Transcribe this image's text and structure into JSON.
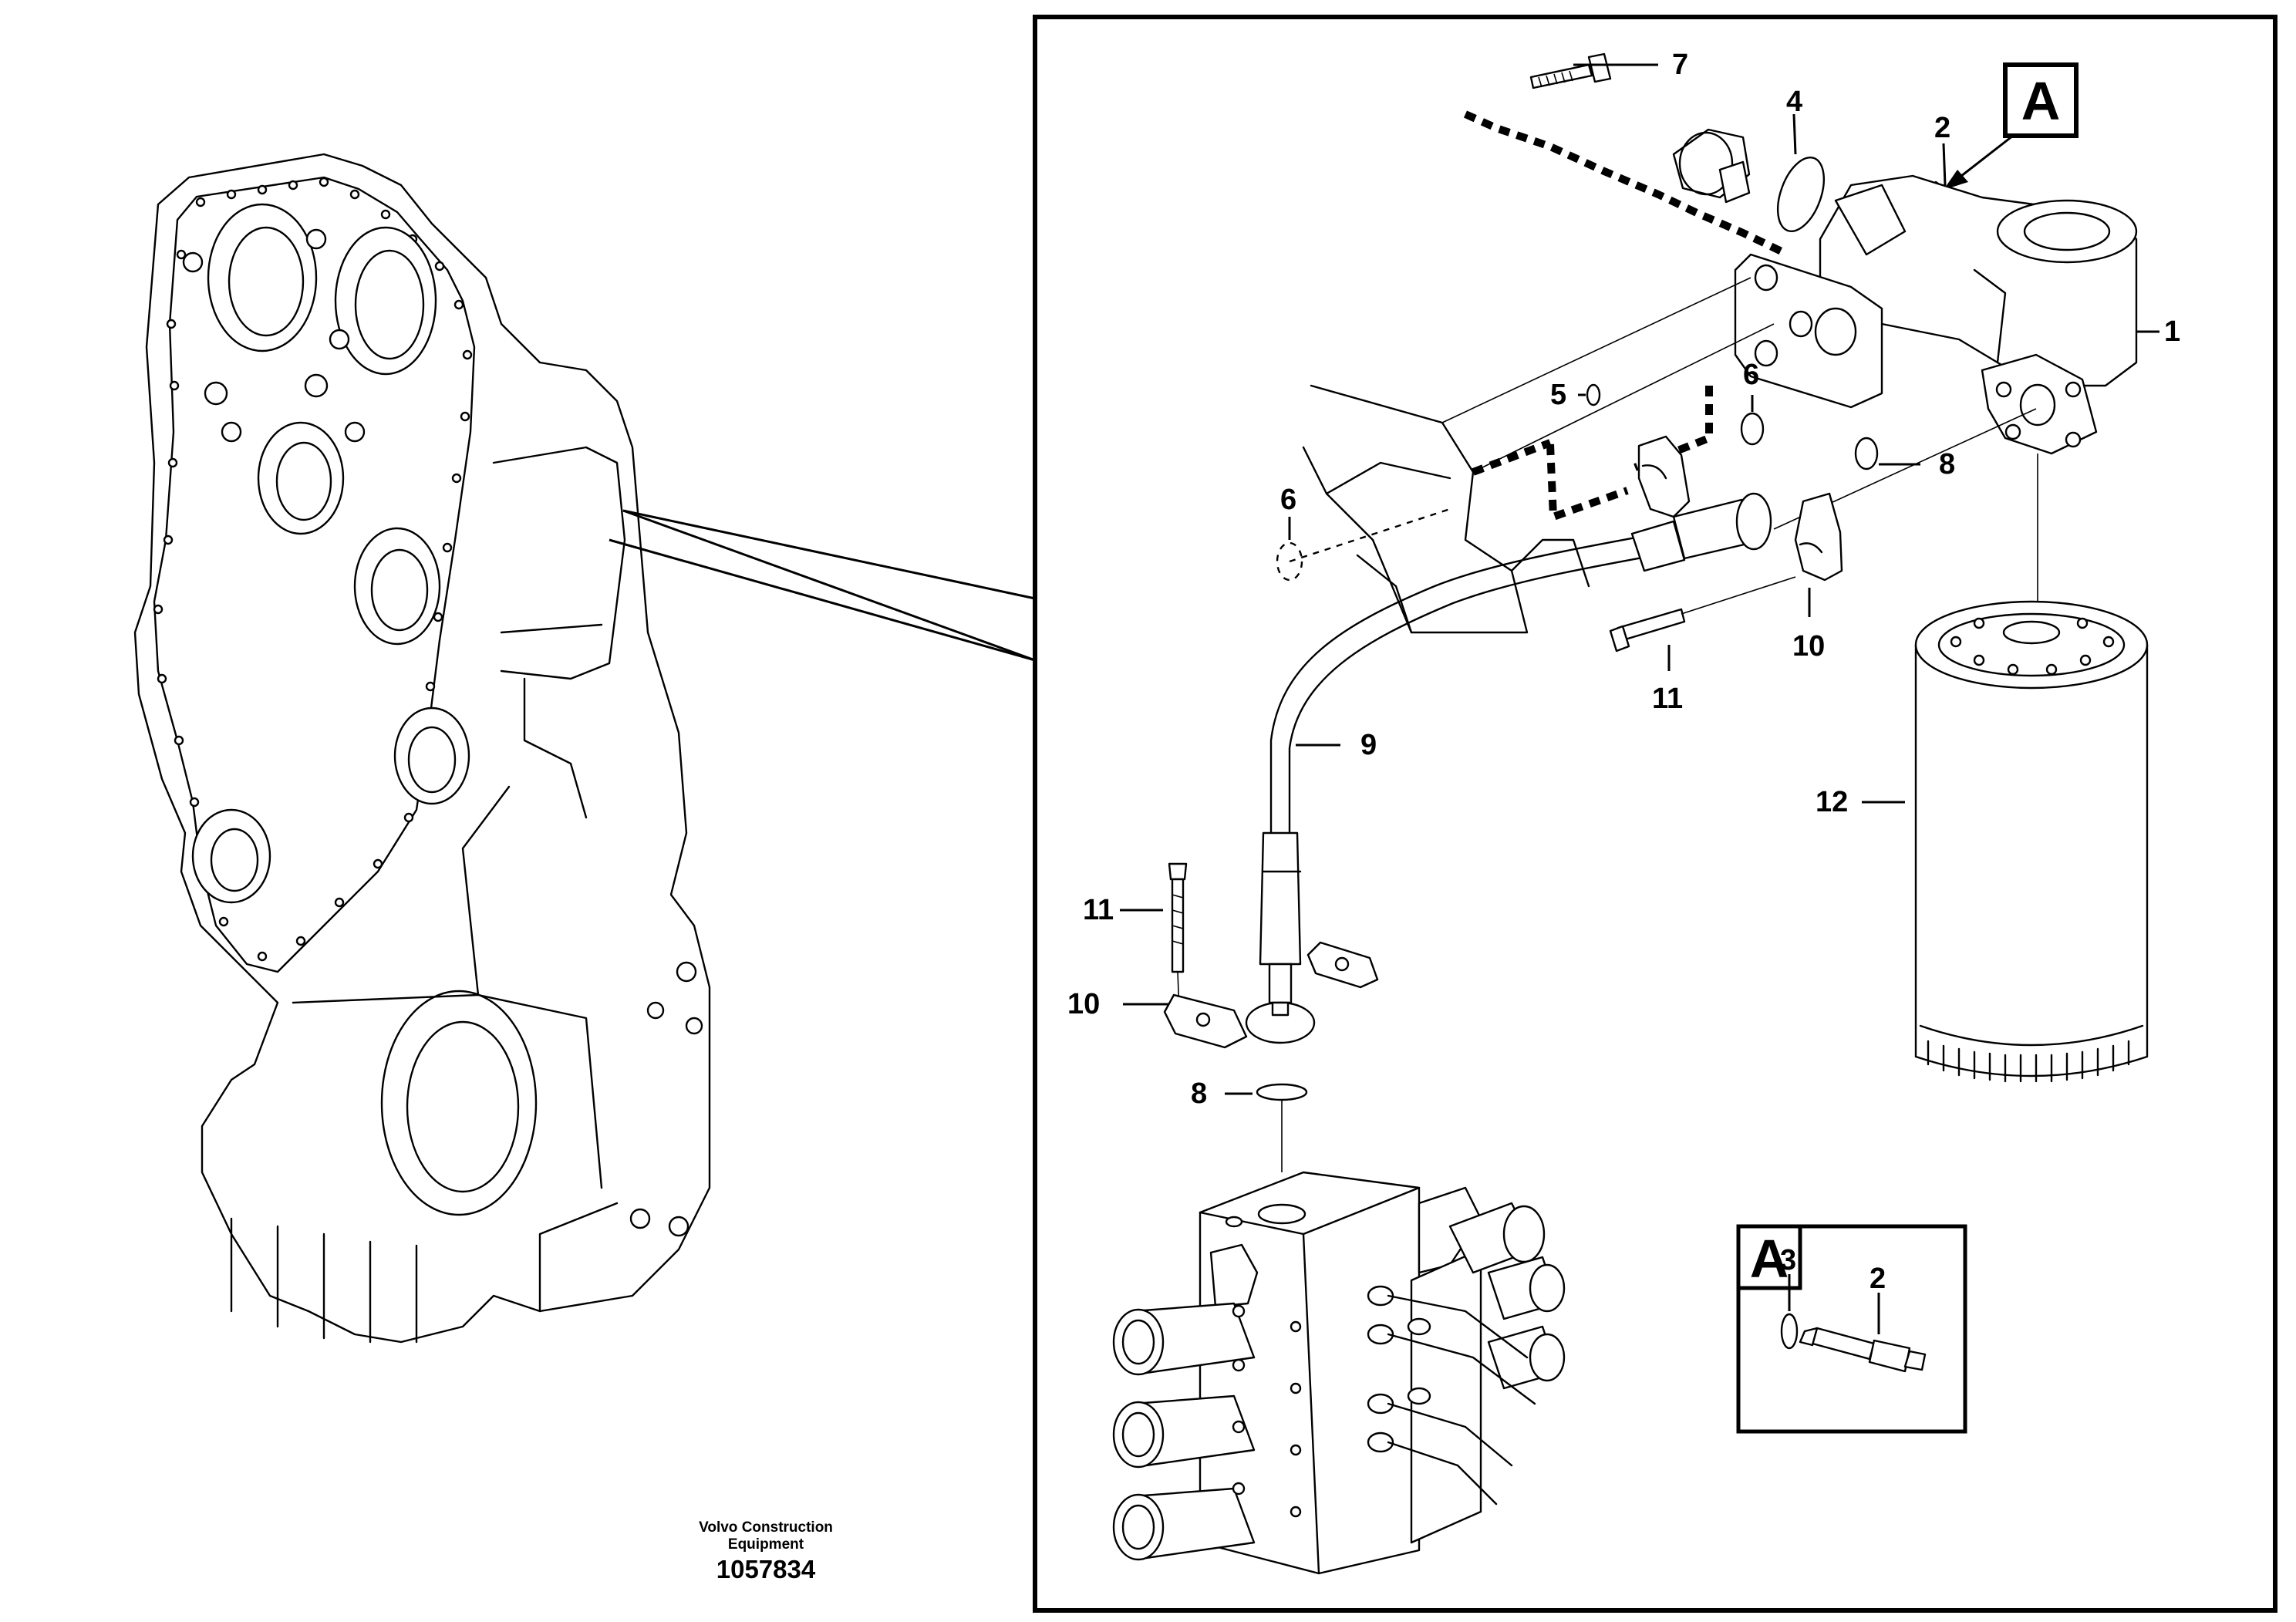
{
  "callouts": {
    "c1": "1",
    "c2": "2",
    "c4": "4",
    "c5": "5",
    "c6a": "6",
    "c6b": "6",
    "c7": "7",
    "c8a": "8",
    "c8b": "8",
    "c9": "9",
    "c10a": "10",
    "c10b": "10",
    "c11a": "11",
    "c11b": "11",
    "c12": "12"
  },
  "detail": {
    "marker_label": "A",
    "inset_label": "A",
    "inset_callouts": {
      "c3": "3",
      "c2": "2"
    }
  },
  "credit": {
    "line1": "Volvo Construction",
    "line2": "Equipment",
    "reference": "1057834"
  }
}
